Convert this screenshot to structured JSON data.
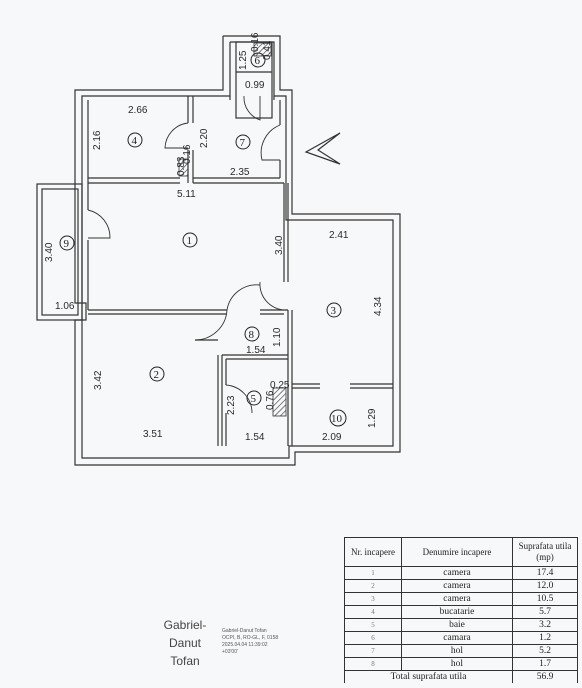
{
  "plan": {
    "dimensions": {
      "d266": "2.66",
      "d216": "2.16",
      "d220": "2.20",
      "d235": "2.35",
      "d511": "5.11",
      "d099": "0.99",
      "d125": "1.25",
      "d041": "0.41",
      "d016": "0.16",
      "d083": "0.83",
      "d016b": "0.16",
      "d340a": "3.40",
      "d106": "1.06",
      "d340b": "3.40",
      "d241": "2.41",
      "d434": "4.34",
      "d110": "1.10",
      "d154a": "1.54",
      "d025": "0.25",
      "d342": "3.42",
      "d351": "3.51",
      "d223": "2.23",
      "d076": "0.76",
      "d154b": "1.54",
      "d209": "2.09",
      "d129": "1.29"
    },
    "room_numbers": {
      "r1": "1",
      "r2": "2",
      "r3": "3",
      "r4": "4",
      "r5": "5",
      "r6": "6",
      "r7": "7",
      "r8": "8",
      "r9": "9",
      "r10": "10"
    }
  },
  "signature": {
    "name_lines": [
      "Gabriel-",
      "Danut",
      "Tofan"
    ],
    "small_lines": [
      "Gabriel-Danut Tofan",
      "OCPI, B, RO-GL, F, 0158",
      "2025.04.04 11:39:02",
      "+03'00'"
    ]
  },
  "table": {
    "headers": [
      "Nr. incapere",
      "Denumire incapere",
      "Suprafata utila (mp)"
    ],
    "rows": [
      {
        "nr": "1",
        "name": "camera",
        "area": "17.4"
      },
      {
        "nr": "2",
        "name": "camera",
        "area": "12.0"
      },
      {
        "nr": "3",
        "name": "camera",
        "area": "10.5"
      },
      {
        "nr": "4",
        "name": "bucatarie",
        "area": "5.7"
      },
      {
        "nr": "5",
        "name": "baie",
        "area": "3.2"
      },
      {
        "nr": "6",
        "name": "camara",
        "area": "1.2"
      },
      {
        "nr": "7",
        "name": "hol",
        "area": "5.2"
      },
      {
        "nr": "8",
        "name": "hol",
        "area": "1.7"
      }
    ],
    "total_label": "Total suprafata utila",
    "total_value": "56.9"
  }
}
